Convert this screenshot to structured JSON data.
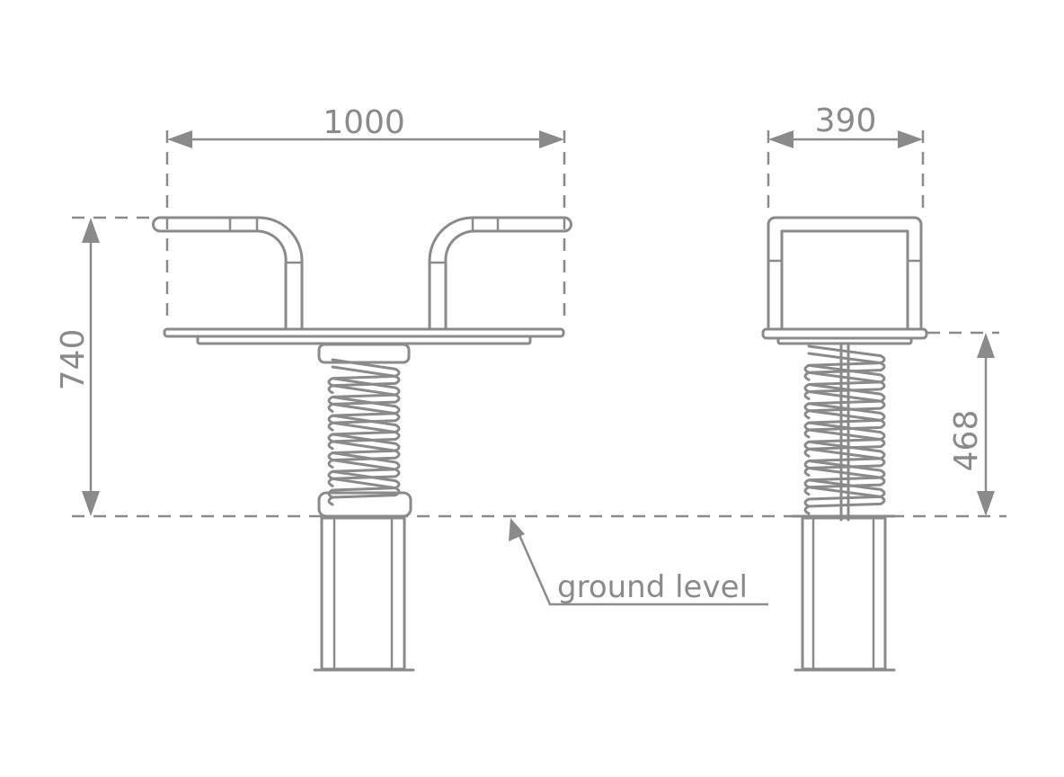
{
  "colors": {
    "line": "#8a8a8a",
    "background": "#ffffff"
  },
  "dimensions": {
    "front_width": "1000",
    "front_height": "740",
    "side_width": "390",
    "side_platform_height": "468"
  },
  "ground_label": "ground level"
}
